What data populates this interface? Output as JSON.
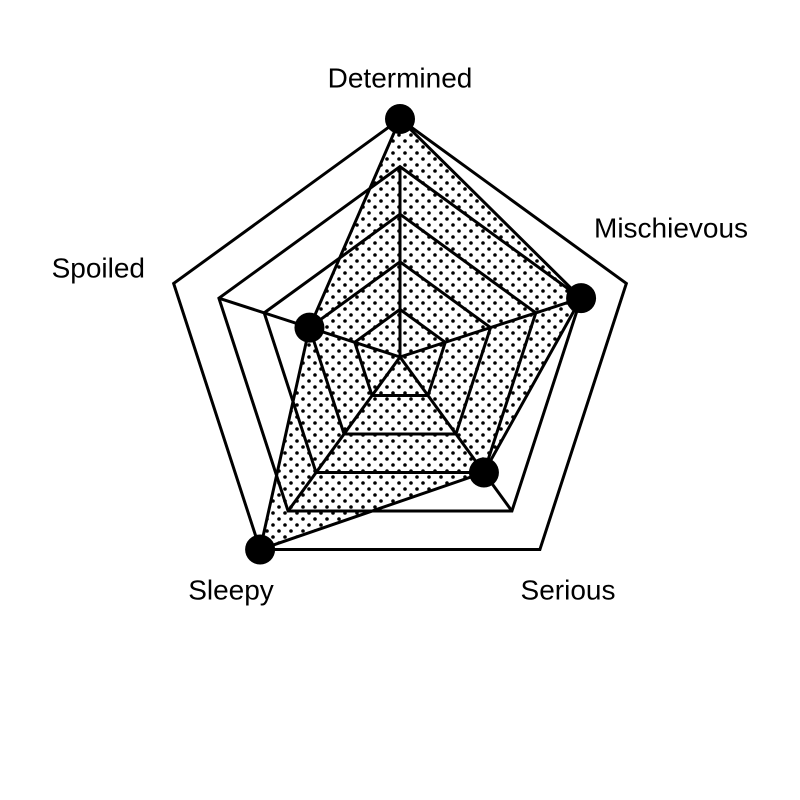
{
  "chart_data": {
    "type": "radar",
    "title": "",
    "axes": [
      "Determined",
      "Mischievous",
      "Serious",
      "Sleepy",
      "Spoiled"
    ],
    "series": [
      {
        "values": [
          5,
          4,
          3,
          5,
          2
        ]
      }
    ],
    "range": [
      0,
      5
    ],
    "grid_rings": 5,
    "grid": true,
    "legend": "none",
    "fill_pattern": "dots",
    "colors": {
      "line": "#000000",
      "fill_pattern_dot": "#000000",
      "background": "#ffffff"
    }
  }
}
